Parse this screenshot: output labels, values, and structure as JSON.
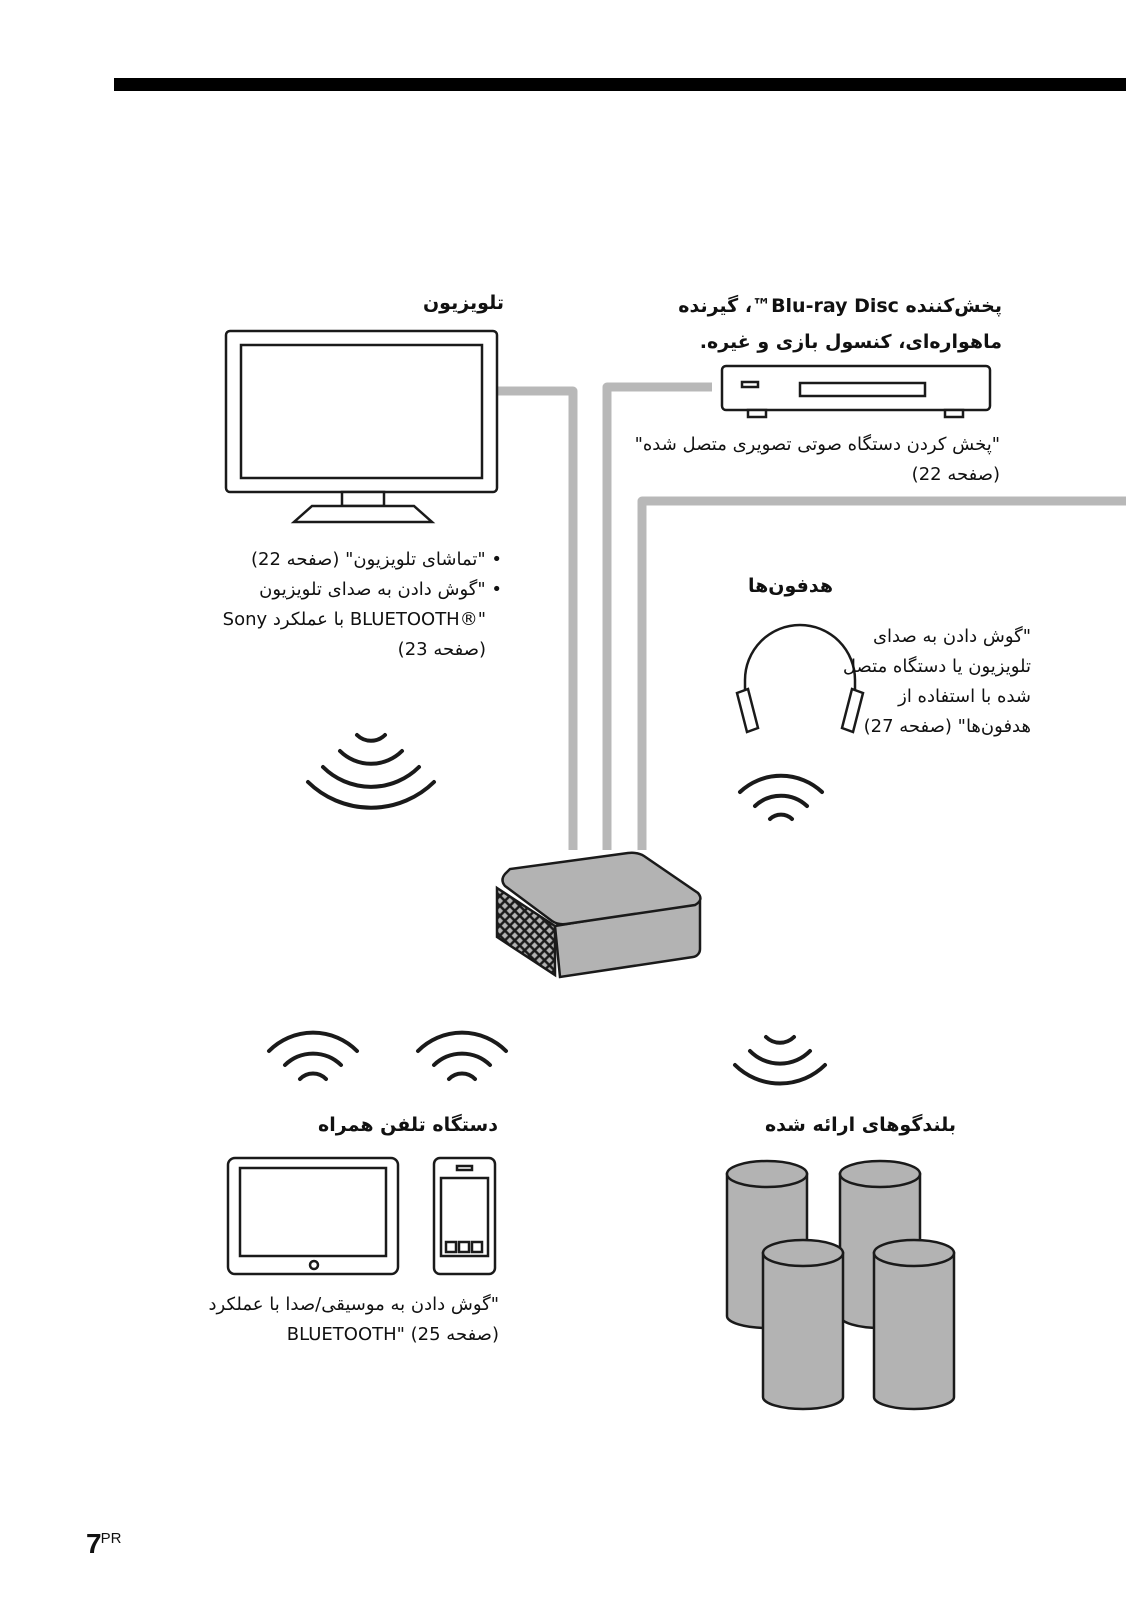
{
  "bluray": {
    "title_1": "پخش‌کننده Blu-ray Disc™، گیرنده",
    "title_2": "ماهواره‌ای، کنسول بازی و غیره.",
    "desc_1": "\"پخش کردن دستگاه صوتی تصویری متصل شده\"",
    "desc_2": "(صفحه 22)"
  },
  "tv": {
    "title": "تلویزیون",
    "bullet_1": "• \"تماشای تلویزیون\" (صفحه 22)",
    "bullet_2_l1": "• \"گوش دادن به صدای تلویزیون",
    "bullet_2_l2": "Sony با عملکرد BLUETOOTH®\"",
    "bullet_2_l3": "(صفحه 23)"
  },
  "headphones": {
    "title": "هدفون‌ها",
    "desc_1": "\"گوش دادن به صدای",
    "desc_2": "تلویزیون یا دستگاه متصل",
    "desc_3": "شده با استفاده از",
    "desc_4": "هدفون‌ها\" (صفحه 27)"
  },
  "mobile": {
    "title": "دستگاه تلفن همراه",
    "desc_1": "\"گوش دادن به موسیقی/صدا با عملکرد",
    "desc_2": "BLUETOOTH\" (صفحه 25)"
  },
  "speakers": {
    "title": "بلندگوهای ارائه شده"
  },
  "page": {
    "number": "7",
    "suffix": "PR"
  },
  "colors": {
    "cable": "#b8b8b8",
    "device_fill": "#b3b3b3",
    "stroke": "#1a1a1a",
    "top_rule": "#000000"
  },
  "icons": [
    "tv-icon",
    "bluray-player-icon",
    "headphones-icon",
    "central-unit-icon",
    "tablet-icon",
    "smartphone-icon",
    "speakers-icon",
    "wireless-wave-icon"
  ]
}
